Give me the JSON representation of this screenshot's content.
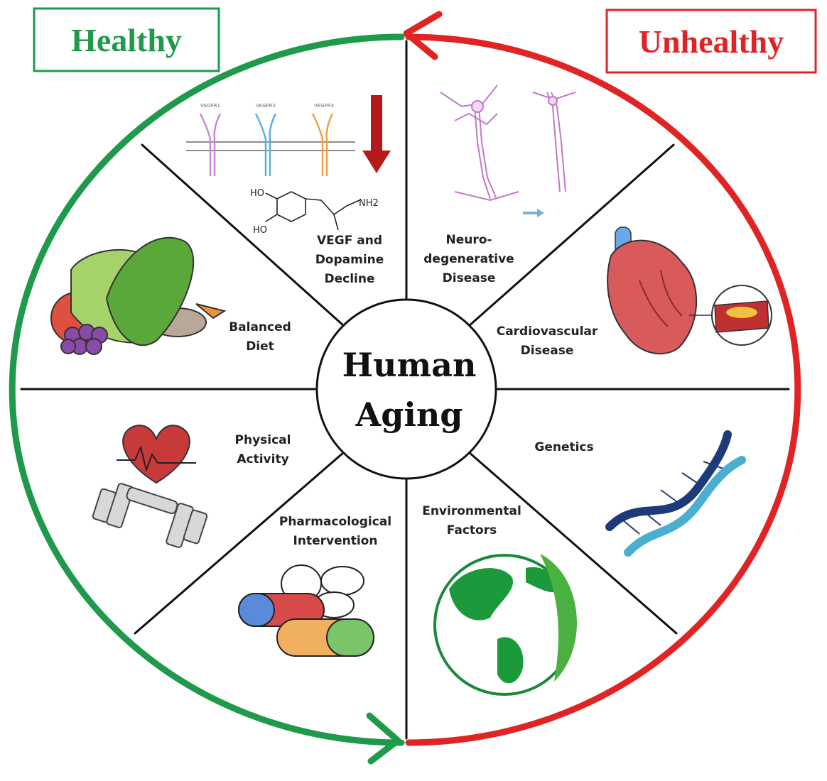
{
  "header": {
    "healthy": {
      "label": "Healthy",
      "color": "#1e9a4a"
    },
    "unhealthy": {
      "label": "Unhealthy",
      "color": "#e02424"
    }
  },
  "center": {
    "line1": "Human",
    "line2": "Aging"
  },
  "segments": {
    "vegf": {
      "line1": "VEGF and",
      "line2": "Dopamine",
      "line3": "Decline"
    },
    "neuro": {
      "line1": "Neuro-",
      "line2": "degenerative",
      "line3": "Disease"
    },
    "cardio": {
      "line1": "Cardiovascular",
      "line2": "Disease"
    },
    "genetics": {
      "line1": "Genetics"
    },
    "environment": {
      "line1": "Environmental",
      "line2": "Factors"
    },
    "pharma": {
      "line1": "Pharmacological",
      "line2": "Intervention"
    },
    "physical": {
      "line1": "Physical",
      "line2": "Activity"
    },
    "diet": {
      "line1": "Balanced",
      "line2": "Diet"
    }
  },
  "receptors": {
    "r1": "VEGFR1",
    "r2": "VEGFR2",
    "r3": "VEGFR3"
  },
  "chemistry": {
    "ho1": "HO",
    "ho2": "HO",
    "nh2": "NH2"
  },
  "colors": {
    "healthy_arc": "#1e9a4a",
    "unhealthy_arc": "#e02424",
    "divider": "#111111"
  },
  "icons": {
    "vegf": "vegf-receptors-icon",
    "dopamine": "dopamine-molecule-icon",
    "decline": "down-arrow-icon",
    "neuron": "neuron-icon",
    "heart": "anatomical-heart-icon",
    "dna": "dna-helix-icon",
    "globe": "globe-icon",
    "pills": "pills-icon",
    "fitness": "heart-dumbbell-icon",
    "food": "vegetables-icon"
  }
}
